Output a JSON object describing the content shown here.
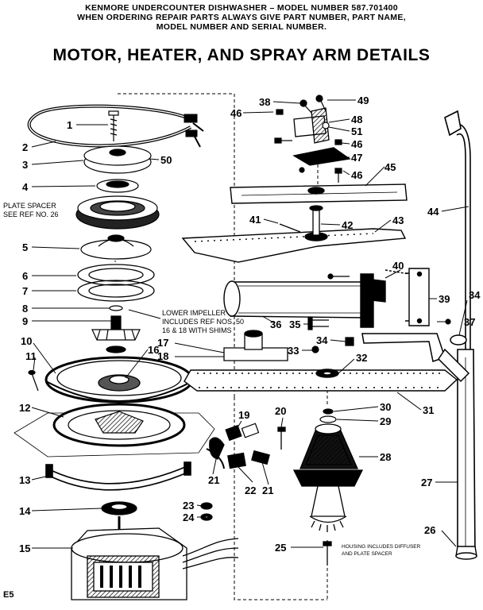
{
  "header": {
    "line1": "KENMORE UNDERCOUNTER DISHWASHER – MODEL NUMBER 587.701400",
    "line2": "WHEN ORDERING REPAIR PARTS ALWAYS GIVE PART NUMBER, PART NAME,",
    "line3": "MODEL NUMBER AND SERIAL NUMBER."
  },
  "title": "MOTOR, HEATER, AND SPRAY ARM DETAILS",
  "notes": {
    "plate_spacer_1": "PLATE SPACER",
    "plate_spacer_2": "SEE REF NO. 26",
    "impeller_1": "LOWER IMPELLER",
    "impeller_2": "INCLUDES REF NOS. 50",
    "impeller_3": "16 & 18  WITH SHIMS",
    "housing_1": "HOUSING INCLUDES DIFFUSER",
    "housing_2": "AND PLATE SPACER"
  },
  "corner_mark": "E5",
  "callouts": [
    "1",
    "2",
    "3",
    "4",
    "5",
    "6",
    "7",
    "8",
    "9",
    "10",
    "11",
    "12",
    "13",
    "14",
    "15",
    "16",
    "17",
    "18",
    "19",
    "20",
    "21",
    "21",
    "22",
    "23",
    "24",
    "25",
    "26",
    "27",
    "28",
    "29",
    "30",
    "31",
    "32",
    "33",
    "34",
    "34",
    "35",
    "36",
    "37",
    "38",
    "39",
    "40",
    "41",
    "42",
    "43",
    "44",
    "45",
    "46",
    "46",
    "46",
    "46",
    "47",
    "48",
    "49",
    "50",
    "51"
  ]
}
